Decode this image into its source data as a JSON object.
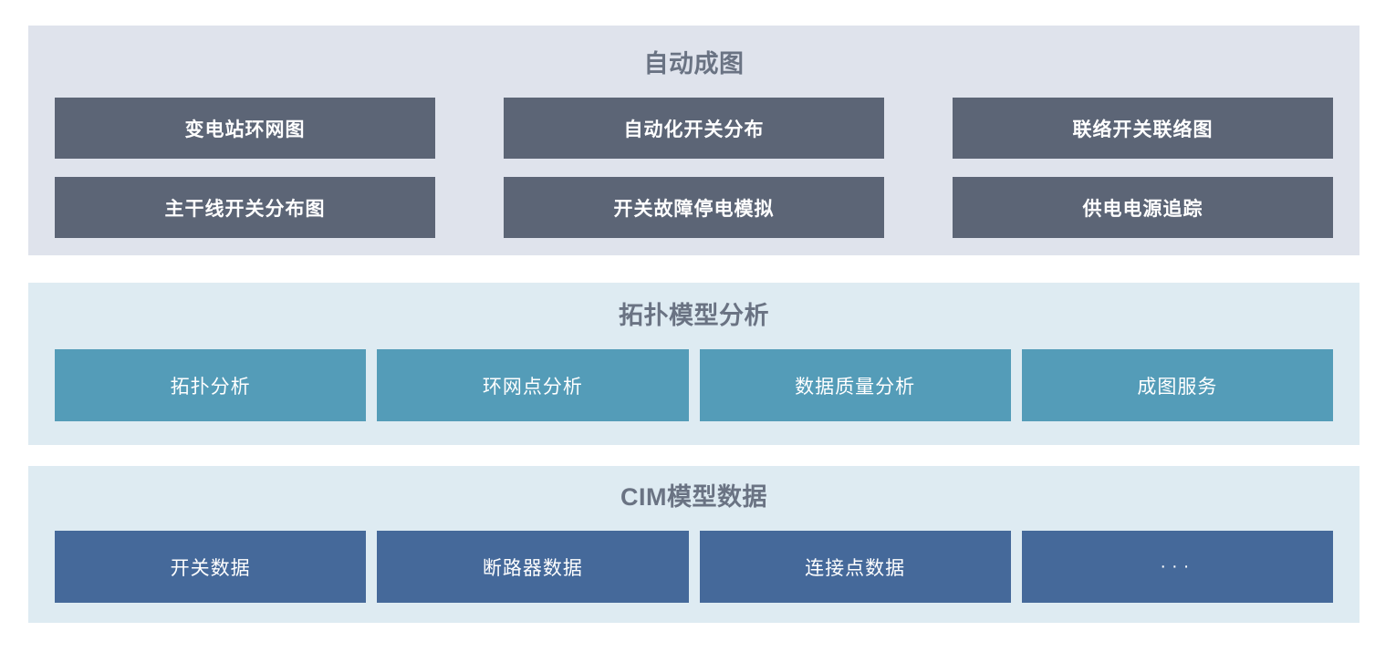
{
  "panels": [
    {
      "id": "auto-mapping",
      "title": "自动成图",
      "style": "dark",
      "bg_color": "#dfe3ec",
      "button_color": "#5c6576",
      "title_color": "#6a7383",
      "buttons": [
        {
          "label": "变电站环网图"
        },
        {
          "label": "自动化开关分布"
        },
        {
          "label": "联络开关联络图"
        },
        {
          "label": "主干线开关分布图"
        },
        {
          "label": "开关故障停电模拟"
        },
        {
          "label": "供电电源追踪"
        }
      ]
    },
    {
      "id": "topology-model-analysis",
      "title": "拓扑模型分析",
      "style": "teal",
      "bg_color": "#deebf2",
      "button_color": "#549cb8",
      "title_color": "#6a7383",
      "buttons": [
        {
          "label": "拓扑分析"
        },
        {
          "label": "环网点分析"
        },
        {
          "label": "数据质量分析"
        },
        {
          "label": "成图服务"
        }
      ]
    },
    {
      "id": "cim-model-data",
      "title": "CIM模型数据",
      "style": "steel",
      "bg_color": "#deebf2",
      "button_color": "#45699a",
      "title_color": "#6a7383",
      "buttons": [
        {
          "label": "开关数据"
        },
        {
          "label": "断路器数据"
        },
        {
          "label": "连接点数据"
        },
        {
          "label": "···"
        }
      ]
    }
  ]
}
